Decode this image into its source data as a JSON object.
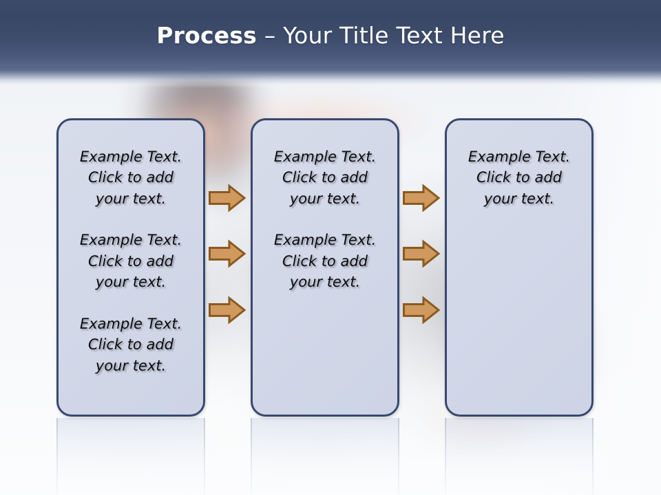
{
  "slide": {
    "title": {
      "main": "Process",
      "separator": " – ",
      "rest": "Your Title Text Here",
      "full": "Process – Your Title Text Here"
    },
    "theme": {
      "banner_color": "#3c4a6b",
      "banner_color_bottom": "#5d6c8d",
      "title_text_color": "#ffffff",
      "box_fill": "#d2d8e8",
      "box_border": "#39486c",
      "arrow_fill": "#d09a5e",
      "arrow_border": "#8b5a20",
      "body_text_color": "#0b0b0b",
      "background_color": "#f7f8fa"
    },
    "columns": [
      {
        "id": "column-1",
        "blocks": [
          "Example Text.\nClick  to add\nyour text.",
          "Example Text.\nClick  to add\nyour text.",
          "Example Text.\nClick  to add\nyour text."
        ]
      },
      {
        "id": "column-2",
        "blocks": [
          "Example Text.\nClick  to add\nyour text.",
          "Example Text.\nClick  to add\nyour text."
        ]
      },
      {
        "id": "column-3",
        "blocks": [
          "Example Text.\nClick  to add\nyour text."
        ]
      }
    ],
    "connectors": [
      {
        "id": "connector-group-1",
        "icon": "right-arrow-icon",
        "count": 3
      },
      {
        "id": "connector-group-2",
        "icon": "right-arrow-icon",
        "count": 3
      }
    ]
  }
}
